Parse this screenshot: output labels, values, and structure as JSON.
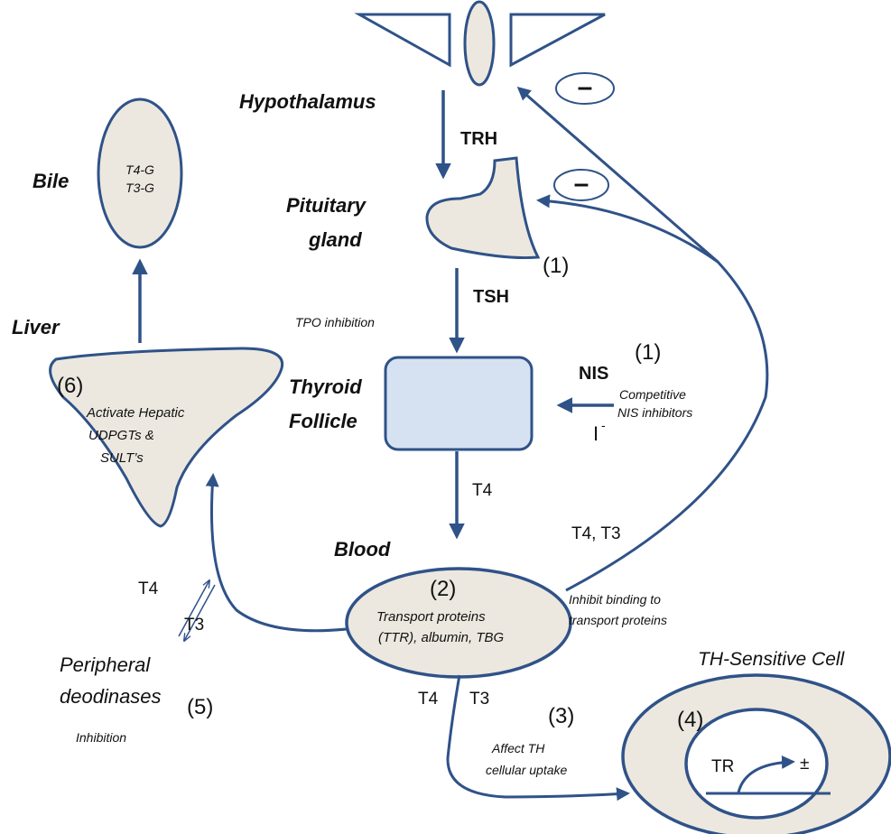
{
  "colors": {
    "stroke": "#2f5288",
    "tissue_fill": "#ece8df",
    "thyroid_fill": "#d6e2f1"
  },
  "labels": {
    "hypothalamus": "Hypothalamus",
    "trh": "TRH",
    "pituitary_line1": "Pituitary",
    "pituitary_line2": "gland",
    "num_pituitary": "(1)",
    "tsh": "TSH",
    "tpo_inhibition": "TPO inhibition",
    "thyroid_line1": "Thyroid",
    "thyroid_line2": "Follicle",
    "nis": "NIS",
    "num_nis": "(1)",
    "competitive_line1": "Competitive",
    "competitive_line2": "NIS inhibitors",
    "iodide": "I",
    "iodide_sup": "-",
    "t4_down": "T4",
    "t4_t3_feedback": "T4, T3",
    "blood": "Blood",
    "num_blood": "(2)",
    "transport_line1": "Transport proteins",
    "transport_line2": "(TTR), albumin,  TBG",
    "inhibit_line1": "Inhibit binding to",
    "inhibit_line2": "transport proteins",
    "bile": "Bile",
    "bile_t4g": "T4-G",
    "bile_t3g": "T3-G",
    "liver": "Liver",
    "num_liver": "(6)",
    "liver_line1": "Activate Hepatic",
    "liver_line2": "UDPGTs &",
    "liver_line3": "SULT’s",
    "periph_t4": "T4",
    "periph_t3": "T3",
    "periph_line1": "Peripheral",
    "periph_line2": "deodinases",
    "num_periph": "(5)",
    "inhibition": "Inhibition",
    "uptake_t4": "T4",
    "uptake_t3": "T3",
    "num_uptake": "(3)",
    "uptake_line1": "Affect TH",
    "uptake_line2": "cellular uptake",
    "th_cell": "TH-Sensitive Cell",
    "num_cell": "(4)",
    "tr": "TR",
    "tr_effect": "±",
    "neg_top": "–",
    "neg_mid": "–"
  }
}
